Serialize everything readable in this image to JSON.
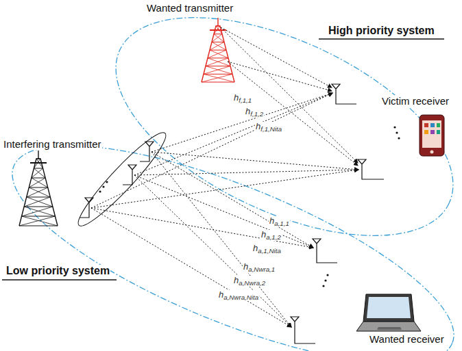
{
  "diagram": {
    "labels": [
      "Wanted transmitter",
      "High priority system",
      "Victim receiver",
      "Interfering transmitter",
      "Low priority system",
      "Wanted receiver",
      "hf,1,1",
      "hf,1,2",
      "hf,1,Nita",
      "ha,1,1",
      "ha,1,2",
      "ha,1,Nita",
      "ha,Nwra,1",
      "ha,Nwra,2",
      "ha,Nwra,Nita"
    ]
  }
}
